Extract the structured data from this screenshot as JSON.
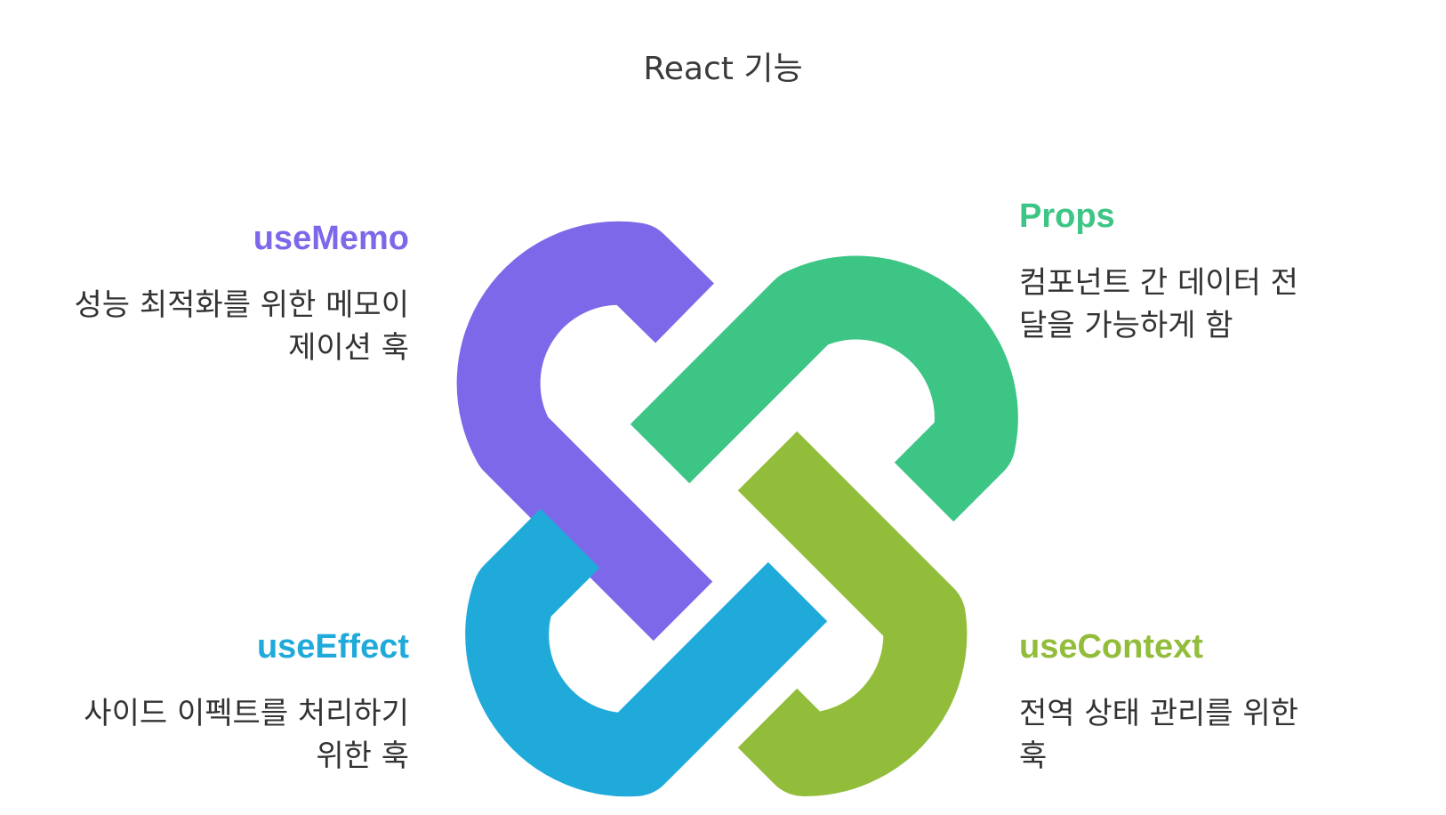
{
  "title": "React 기능",
  "features": {
    "usememo": {
      "name": "useMemo",
      "description": "성능 최적화를 위한 메모이제이션 훅",
      "color": "#7E68EA"
    },
    "props": {
      "name": "Props",
      "description": "컴포넌트 간 데이터 전달을 가능하게 함",
      "color": "#3DC585"
    },
    "useeffect": {
      "name": "useEffect",
      "description": "사이드 이펙트를 처리하기 위한 훅",
      "color": "#1FAADA"
    },
    "usecontext": {
      "name": "useContext",
      "description": "전역 상태 관리를 위한 훅",
      "color": "#92BD3B"
    }
  }
}
